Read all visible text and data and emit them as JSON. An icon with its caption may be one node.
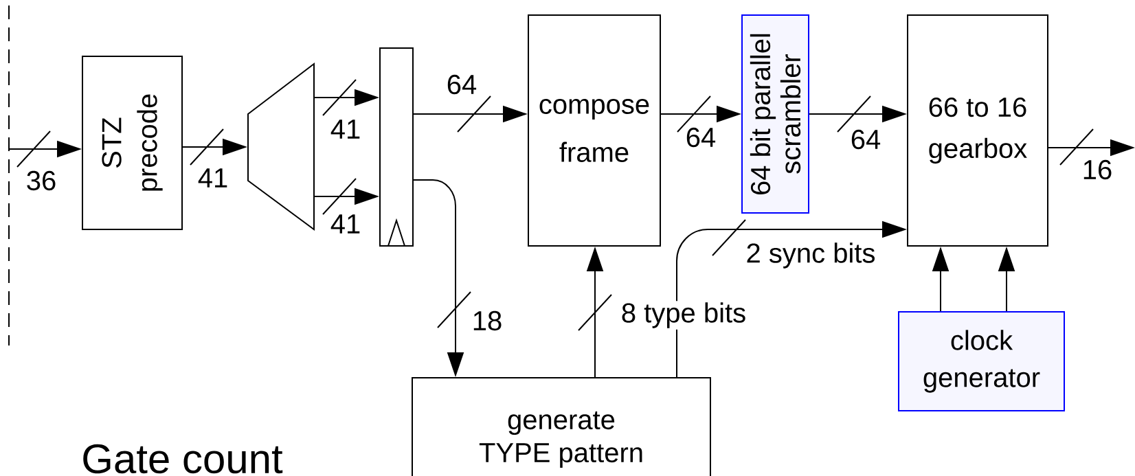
{
  "diagram": {
    "nodes": [
      {
        "text": [
          "STZ precode"
        ]
      },
      {
        "text": [],
        "shape": "trapezoid"
      },
      {
        "text": [],
        "shape": "box"
      },
      {
        "text": [
          "compose frame"
        ]
      },
      {
        "text": [
          "64 bit parallel scrambler"
        ]
      },
      {
        "text": [
          "66 to 16 gearbox"
        ]
      },
      {
        "text": [
          "generate TYPE pattern"
        ]
      },
      {
        "text": [
          "clock generator"
        ]
      }
    ],
    "edges": [
      {
        "from": null,
        "to": 0,
        "arrow": "to",
        "label": "36"
      },
      {
        "from": 0,
        "to": 1,
        "arrow": "to",
        "label": "41"
      },
      {
        "from": 1,
        "to": 2,
        "arrow": "to",
        "label": "41"
      },
      {
        "from": 1,
        "to": 2,
        "arrow": "to",
        "label": "41"
      },
      {
        "from": 2,
        "to": 3,
        "arrow": "to",
        "label": "64"
      },
      {
        "from": 2,
        "to": 6,
        "arrow": "to",
        "label": "18"
      },
      {
        "from": 6,
        "to": 3,
        "arrow": "to",
        "label": "8 type bits"
      },
      {
        "from": 6,
        "to": 5,
        "arrow": "to",
        "label": "2 sync bits"
      },
      {
        "from": 3,
        "to": 4,
        "arrow": "to",
        "label": "64"
      },
      {
        "from": 4,
        "to": 5,
        "arrow": "to",
        "label": "64"
      },
      {
        "from": 5,
        "to": null,
        "arrow": "to",
        "label": "16"
      },
      {
        "from": 7,
        "to": 5,
        "arrow": "to"
      },
      {
        "from": 7,
        "to": 5,
        "arrow": "to"
      }
    ],
    "labels": [
      "Gate count"
    ]
  }
}
